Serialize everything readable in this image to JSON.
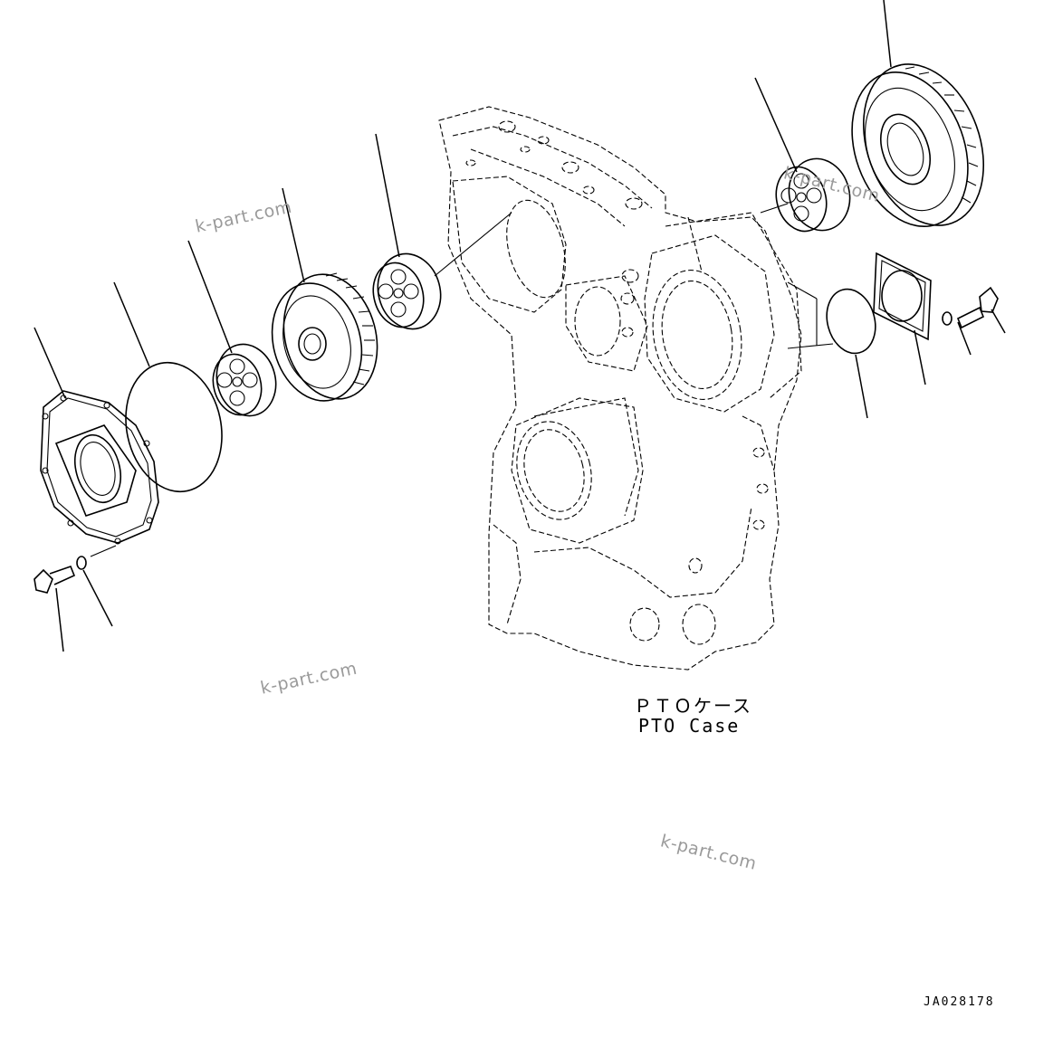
{
  "caption": {
    "japanese": "ＰＴＯケース",
    "english": "PTO Case"
  },
  "drawing_code": "JA028178",
  "watermarks": [
    "k-part.com",
    "k-part.com",
    "k-part.com",
    "k-part.com"
  ]
}
